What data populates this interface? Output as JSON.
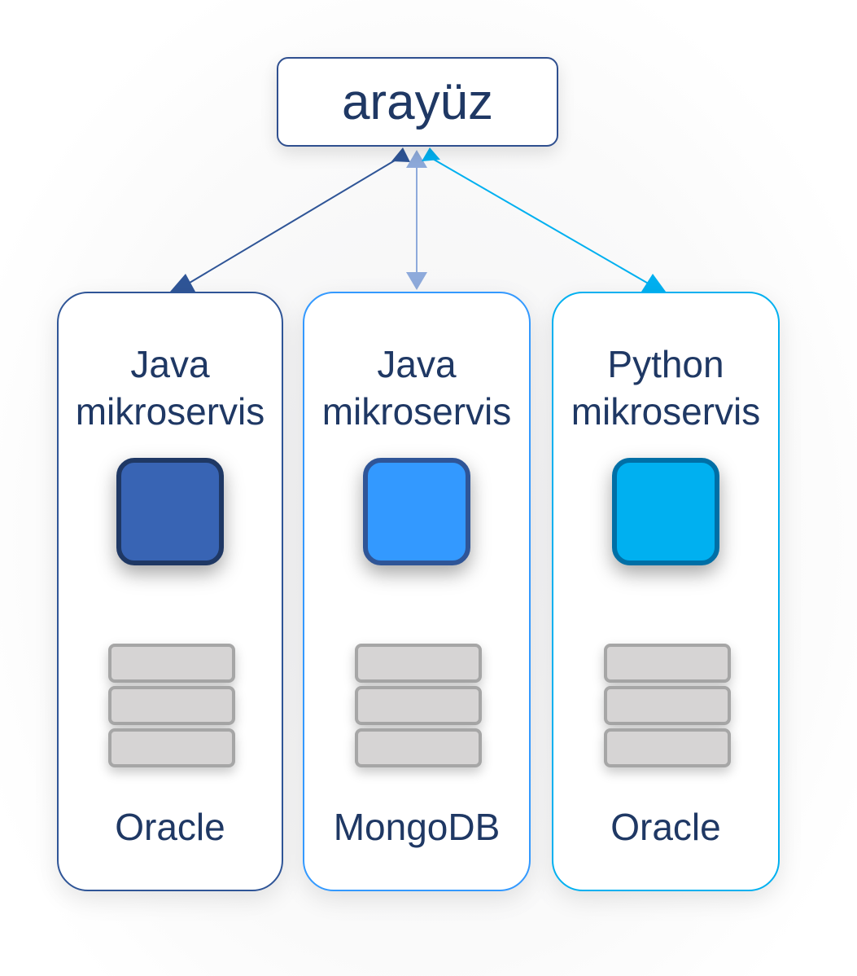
{
  "top": {
    "label": "arayüz"
  },
  "services": [
    {
      "title_line1": "Java",
      "title_line2": "mikroservis",
      "database": "Oracle",
      "border_color": "#2f5597",
      "square_fill": "#3864b4",
      "square_border": "#1f3864",
      "edge_color": "#2f5597"
    },
    {
      "title_line1": "Java",
      "title_line2": "mikroservis",
      "database": "MongoDB",
      "border_color": "#3399ff",
      "square_fill": "#3399ff",
      "square_border": "#2f5597",
      "edge_color": "#8eaadb"
    },
    {
      "title_line1": "Python",
      "title_line2": "mikroservis",
      "database": "Oracle",
      "border_color": "#00b0f0",
      "square_fill": "#00b0f0",
      "square_border": "#006fa6",
      "edge_color": "#00b0f0"
    }
  ]
}
